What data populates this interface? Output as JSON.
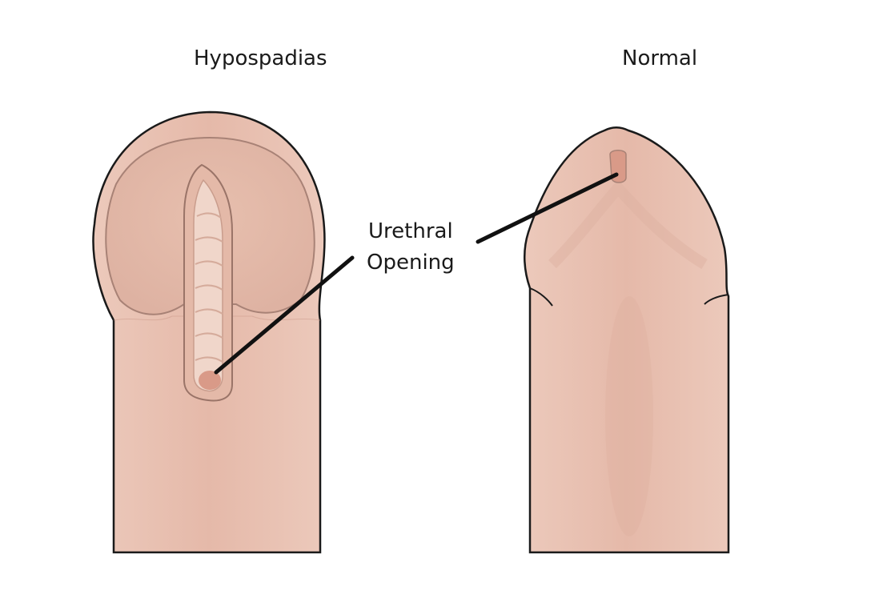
{
  "titles": {
    "left": "Hypospadias",
    "right": "Normal"
  },
  "callout": {
    "line1": "Urethral",
    "line2": "Opening"
  },
  "colors": {
    "skin": "#ecc9bb",
    "skin_shadow": "#ddae9e",
    "opening": "#d99a88",
    "outline": "#1a1a1a"
  }
}
